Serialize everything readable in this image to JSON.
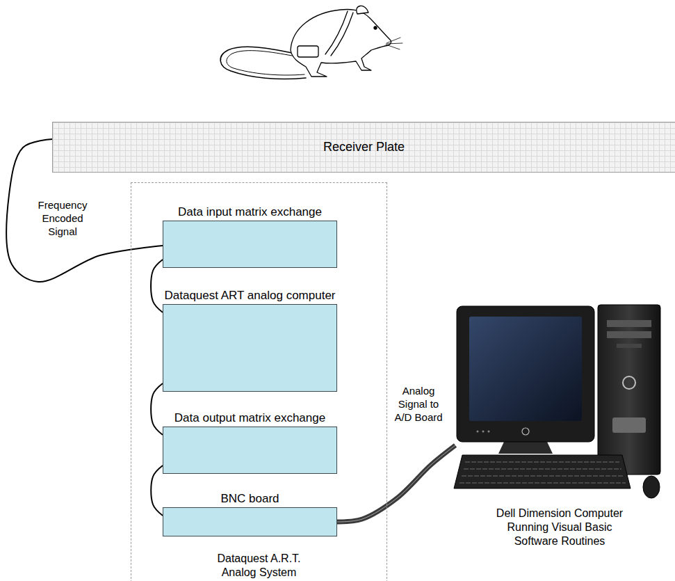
{
  "diagram": {
    "nodes": [
      {
        "text": [
          "Receiver Plate"
        ]
      },
      {
        "text": [
          "Dataquest A.R.T. Analog System"
        ]
      },
      {
        "text": [
          "Data input matrix exchange"
        ],
        "in": 1
      },
      {
        "text": [
          "Dataquest ART analog computer"
        ],
        "in": 1
      },
      {
        "text": [
          "Data output matrix exchange"
        ],
        "in": 1
      },
      {
        "text": [
          "BNC board"
        ],
        "in": 1
      },
      {
        "text": [
          "Dell Dimension Computer Running Visual Basic Software Routines"
        ]
      }
    ],
    "edges": [
      {
        "from": 0,
        "to": 2,
        "arrow": "none",
        "label": "Frequency Encoded Signal"
      },
      {
        "from": 2,
        "to": 3,
        "arrow": "none"
      },
      {
        "from": 3,
        "to": 4,
        "arrow": "none"
      },
      {
        "from": 4,
        "to": 5,
        "arrow": "none"
      },
      {
        "from": 5,
        "to": 6,
        "arrow": "none",
        "label": "Analog Signal to A/D Board"
      }
    ]
  }
}
